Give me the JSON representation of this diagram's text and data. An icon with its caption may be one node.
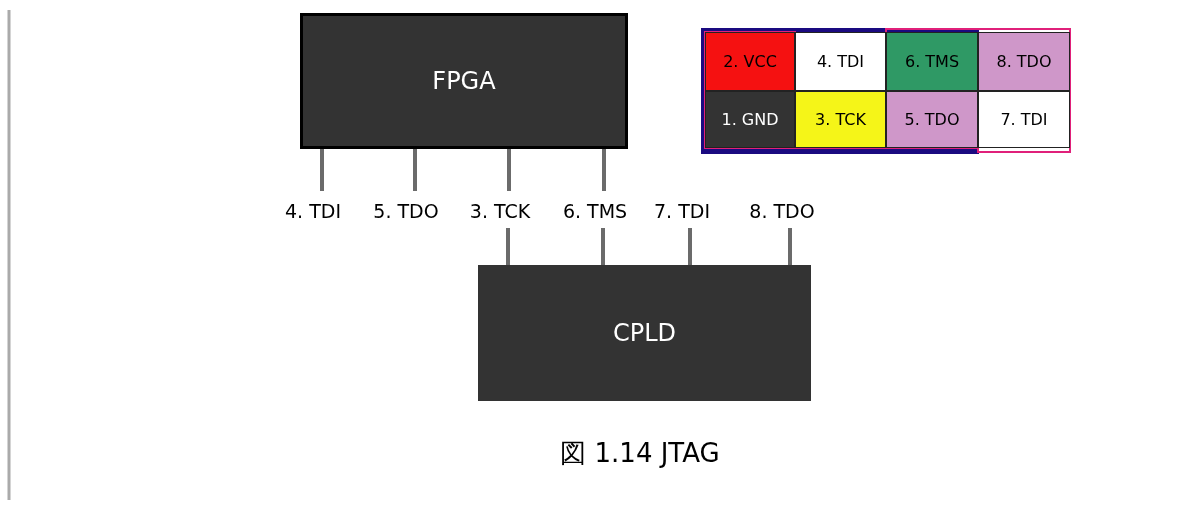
{
  "diagram": {
    "caption": "図 1.14 JTAG",
    "nodes": [
      {
        "text": [
          "FPGA"
        ]
      },
      {
        "text": [
          "CPLD"
        ]
      },
      {
        "text": [
          "4. TDI"
        ]
      },
      {
        "text": [
          "5. TDO"
        ]
      },
      {
        "text": [
          "3. TCK"
        ]
      },
      {
        "text": [
          "6. TMS"
        ]
      },
      {
        "text": [
          "7. TDI"
        ]
      },
      {
        "text": [
          "8. TDO"
        ]
      },
      {
        "text": [
          "2. VCC"
        ]
      },
      {
        "text": [
          "4. TDI"
        ]
      },
      {
        "text": [
          "6. TMS"
        ]
      },
      {
        "text": [
          "8. TDO"
        ]
      },
      {
        "text": [
          "1. GND"
        ]
      },
      {
        "text": [
          "3. TCK"
        ]
      },
      {
        "text": [
          "5. TDO"
        ]
      },
      {
        "text": [
          "7. TDI"
        ]
      }
    ],
    "edges": [
      {
        "from": 0,
        "to": 2,
        "arrow": "none"
      },
      {
        "from": 0,
        "to": 3,
        "arrow": "none"
      },
      {
        "from": 0,
        "to": 4,
        "arrow": "none"
      },
      {
        "from": 0,
        "to": 5,
        "arrow": "none"
      },
      {
        "from": 4,
        "to": 1,
        "arrow": "none"
      },
      {
        "from": 5,
        "to": 1,
        "arrow": "none"
      },
      {
        "from": 6,
        "to": 1,
        "arrow": "none"
      },
      {
        "from": 7,
        "to": 1,
        "arrow": "none"
      }
    ]
  }
}
